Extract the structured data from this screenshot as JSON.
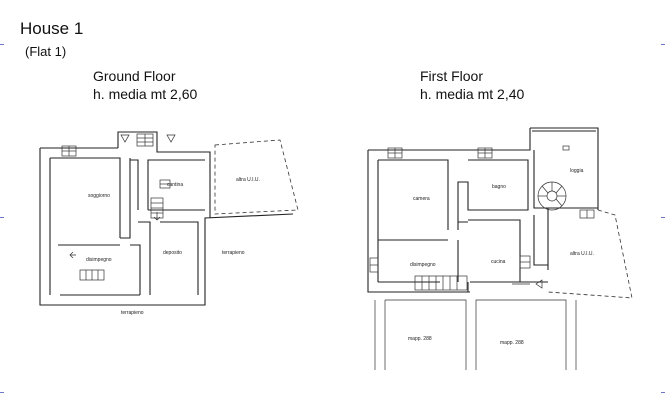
{
  "header": {
    "house_title": "House 1",
    "flat_label": "(Flat 1)"
  },
  "ground_floor": {
    "title": "Ground Floor",
    "height": "h. media mt 2,60",
    "rooms": {
      "soggiorno": "soggiorno",
      "cantina": "cantina",
      "altra_uiu": "altra U.I.U.",
      "disimpegno": "disimpegno",
      "deposito": "deposito",
      "terrapieno_right": "terrapieno",
      "terrapieno_bottom": "terrapieno"
    }
  },
  "first_floor": {
    "title": "First Floor",
    "height": "h. media mt 2,40",
    "rooms": {
      "camera": "camera",
      "bagno": "bagno",
      "loggia": "loggia",
      "disimpegno": "disimpegno",
      "cucina": "cucina",
      "altra_uiu": "altra U.I.U.",
      "mapp_left": "mapp. 288",
      "mapp_right": "mapp. 288"
    }
  }
}
